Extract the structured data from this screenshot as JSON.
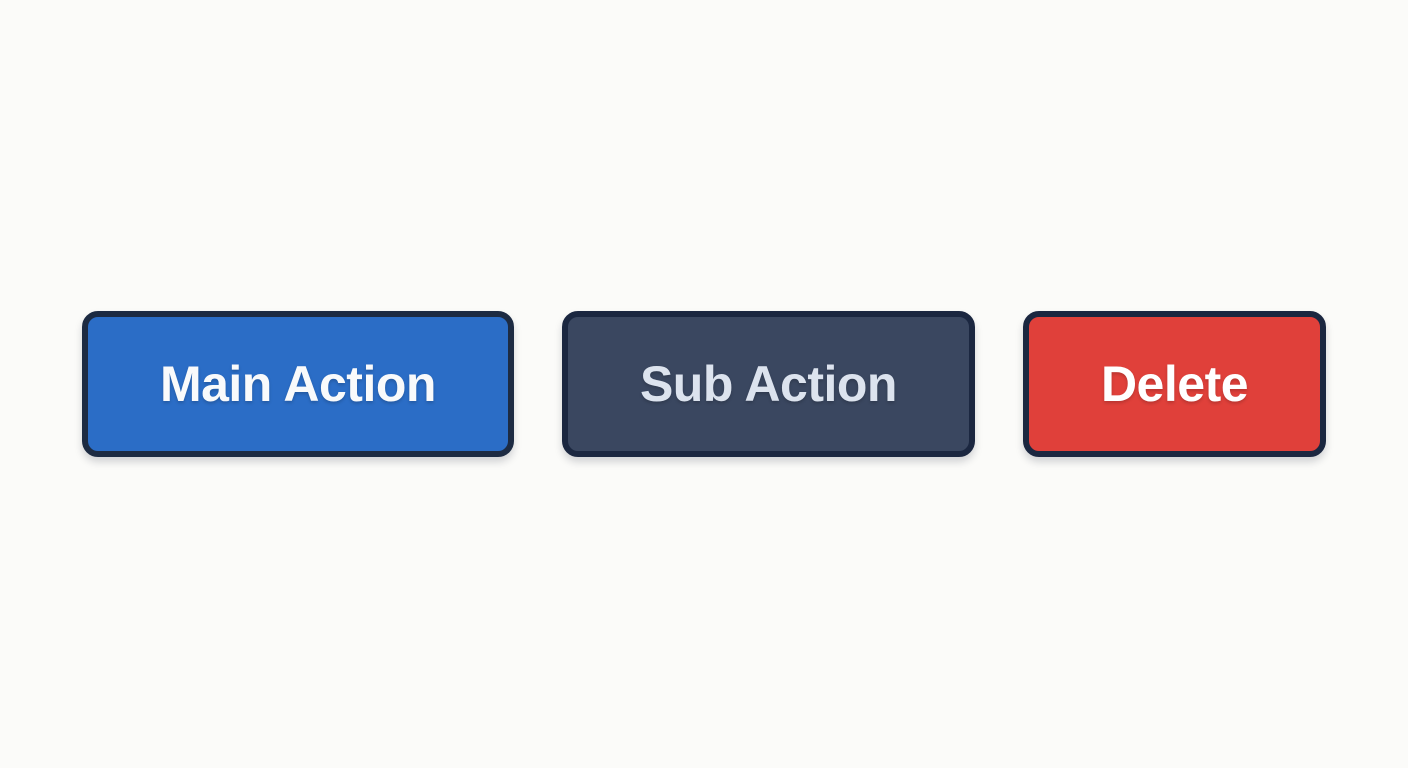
{
  "page": {
    "background": "#fbfbf9"
  },
  "buttons": [
    {
      "id": "main-action",
      "label": "Main Action",
      "bg": "#2b6dc6",
      "border": "#1d2b42",
      "text": "#f9fafb"
    },
    {
      "id": "sub-action",
      "label": "Sub Action",
      "bg": "#3a4760",
      "border": "#1b2740",
      "text": "#dce3ee"
    },
    {
      "id": "delete",
      "label": "Delete",
      "bg": "#e0403a",
      "border": "#1b2740",
      "text": "#ffffff"
    }
  ]
}
